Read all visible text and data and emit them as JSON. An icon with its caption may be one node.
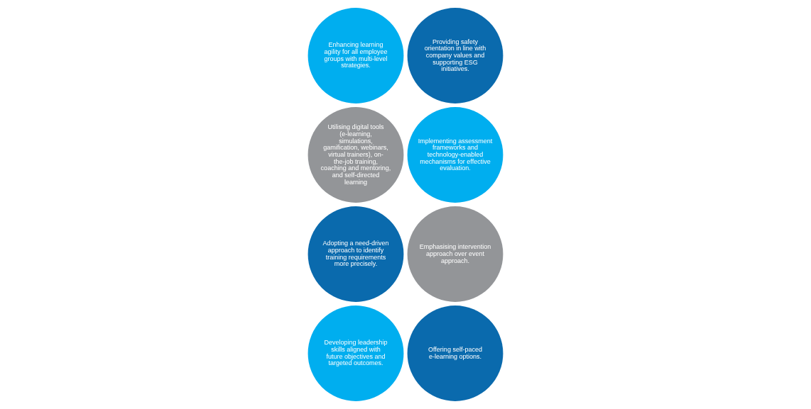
{
  "diagram": {
    "nodes": [
      {
        "text": [
          "Enhancing learning agility for all employee groups with multi-level strategies."
        ]
      },
      {
        "text": [
          "Utilising digital tools (e-learning, simulations, gamification, webinars, virtual trainers), on-the-job training, coaching and mentoring, and self-directed learning"
        ]
      },
      {
        "text": [
          "Adopting a need-driven approach to identify training requirements more precisely."
        ]
      },
      {
        "text": [
          "Developing leadership skills aligned with future objectives and targeted outcomes."
        ]
      },
      {
        "text": [
          "Providing safety orientation in line with company values and supporting ESG initiatives."
        ]
      },
      {
        "text": [
          "Implementing assessment frameworks and technology-enabled mechanisms for effective evaluation."
        ]
      },
      {
        "text": [
          "Emphasising intervention approach over event approach."
        ]
      },
      {
        "text": [
          "Offering self-paced e-learning options."
        ]
      }
    ],
    "edges": []
  }
}
